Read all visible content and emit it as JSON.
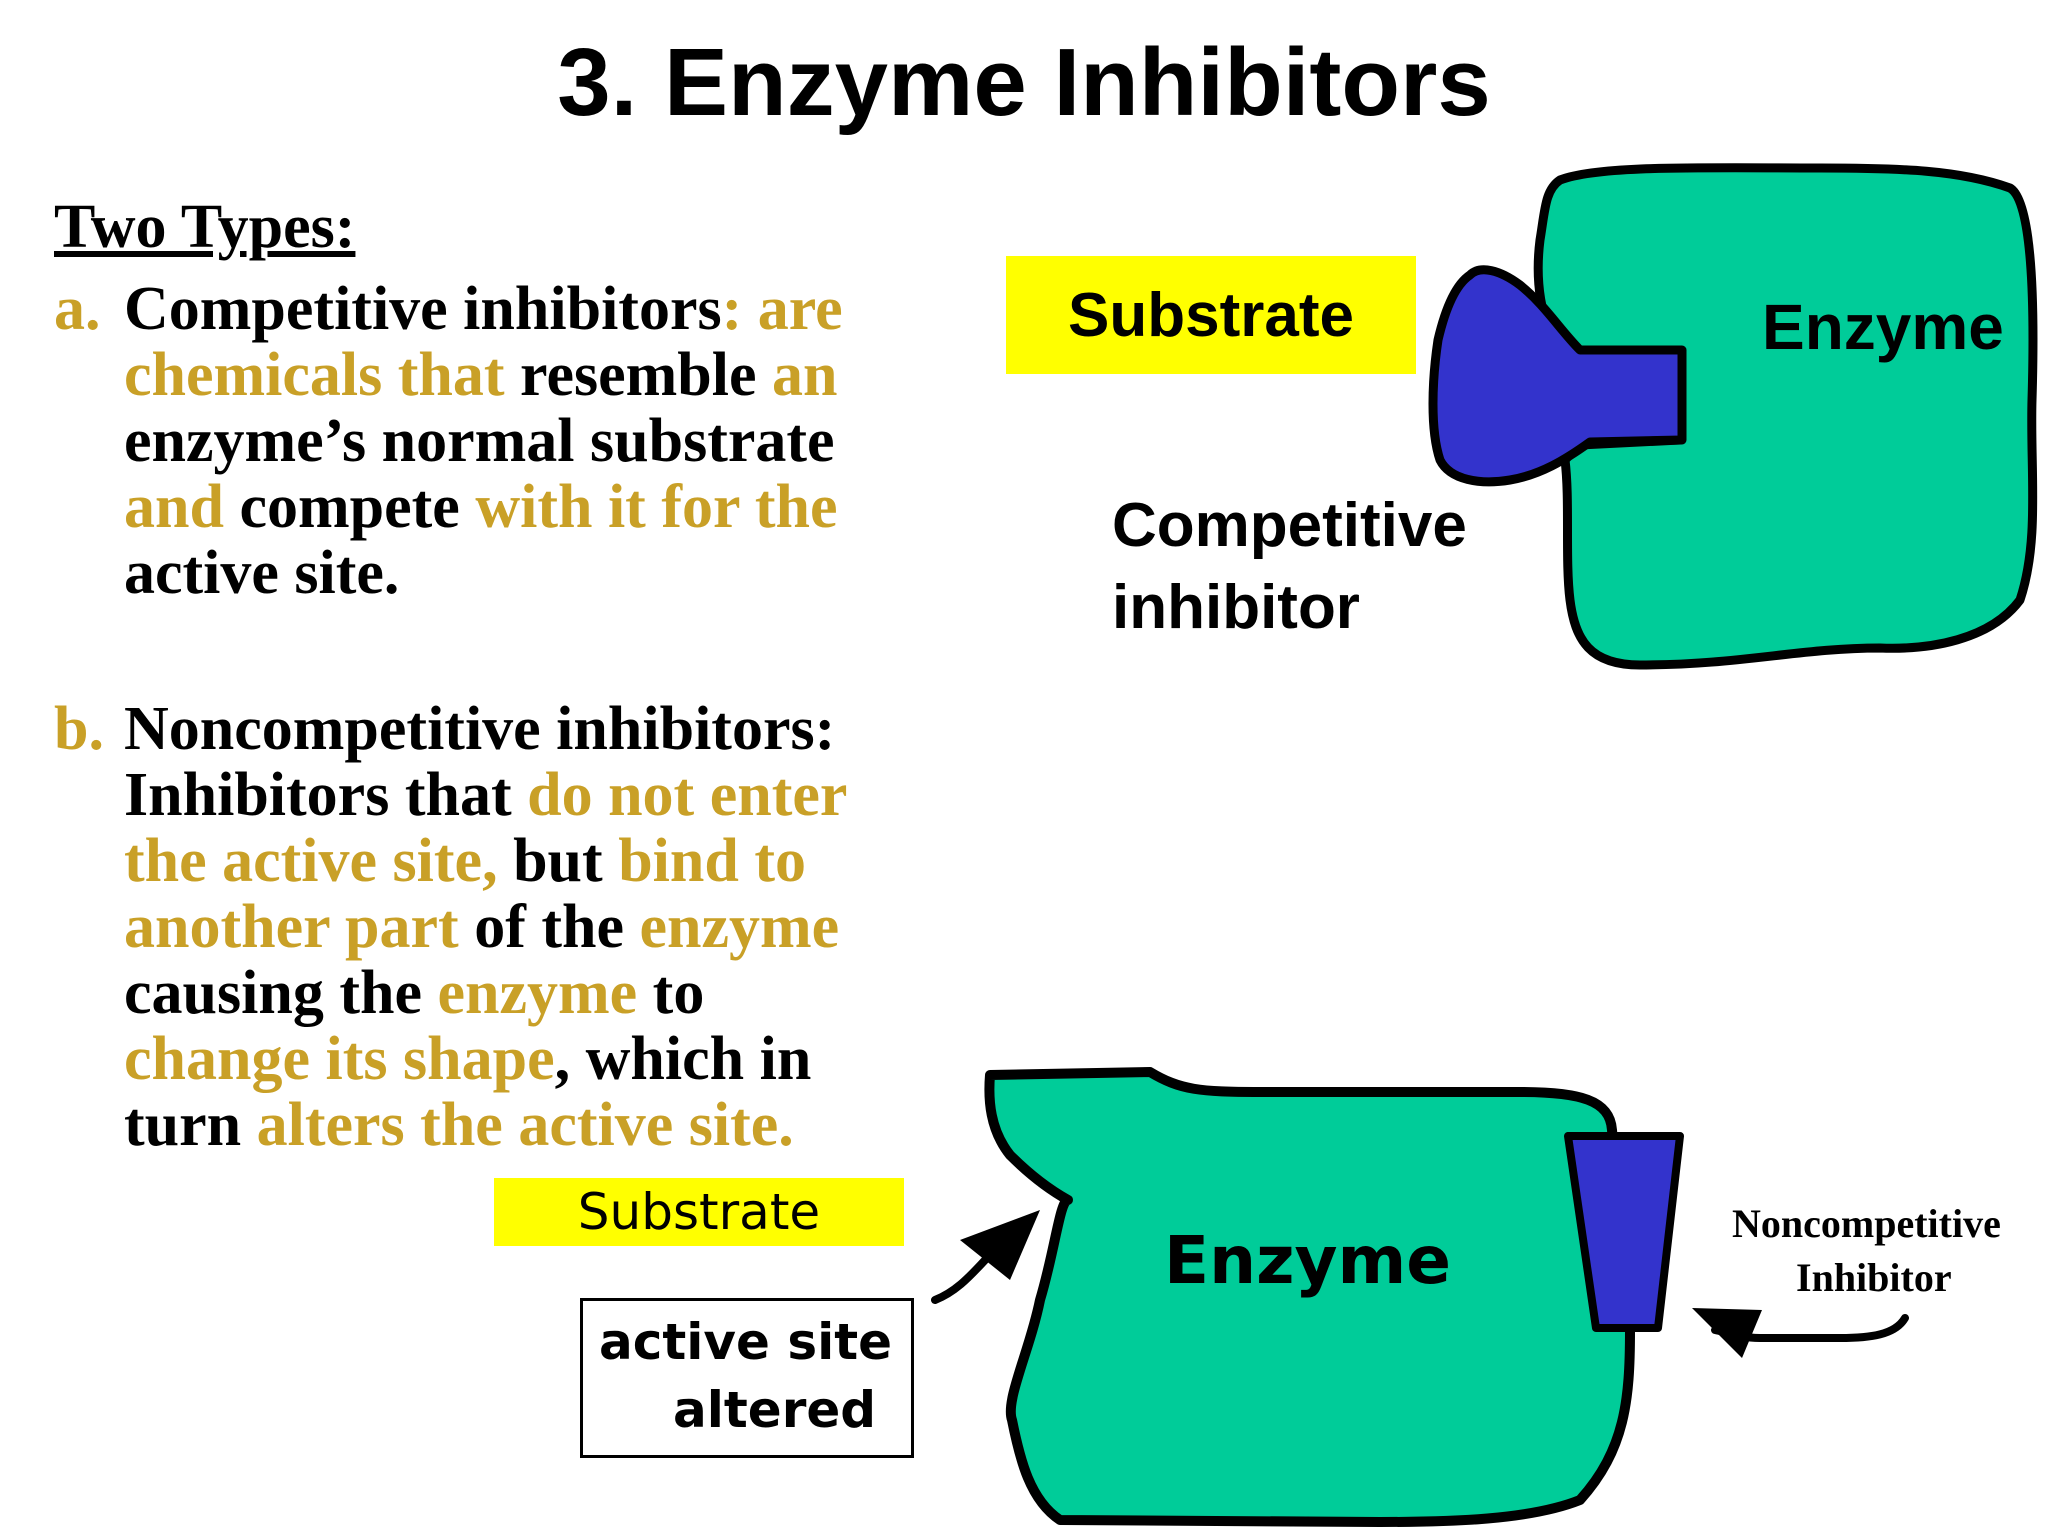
{
  "title": "3.  Enzyme Inhibitors",
  "heading": "Two Types:",
  "item_a": {
    "marker": "a.",
    "lines": [
      [
        {
          "t": "Competitive inhibitors",
          "c": "k"
        },
        {
          "t": ":  are",
          "c": "g"
        }
      ],
      [
        {
          "t": "chemicals that",
          "c": "g"
        },
        {
          "t": " resemble ",
          "c": "k"
        },
        {
          "t": "an",
          "c": "g"
        }
      ],
      [
        {
          "t": "enzyme’s normal substrate",
          "c": "k"
        }
      ],
      [
        {
          "t": "and",
          "c": "g"
        },
        {
          "t": " compete ",
          "c": "k"
        },
        {
          "t": "with it for the",
          "c": "g"
        }
      ],
      [
        {
          "t": "active site.",
          "c": "k"
        }
      ]
    ]
  },
  "item_b": {
    "marker": "b.",
    "lines": [
      [
        {
          "t": "Noncompetitive inhibitors:",
          "c": "k"
        }
      ],
      [
        {
          "t": "Inhibitors that ",
          "c": "k"
        },
        {
          "t": "do not enter",
          "c": "g"
        }
      ],
      [
        {
          "t": "the active site,",
          "c": "g"
        },
        {
          "t": " but ",
          "c": "k"
        },
        {
          "t": "bind to",
          "c": "g"
        }
      ],
      [
        {
          "t": "another part",
          "c": "g"
        },
        {
          "t": " of the ",
          "c": "k"
        },
        {
          "t": "enzyme",
          "c": "g"
        }
      ],
      [
        {
          "t": "causing the ",
          "c": "k"
        },
        {
          "t": "enzyme",
          "c": "g"
        },
        {
          "t": " to",
          "c": "k"
        }
      ],
      [
        {
          "t": "change its shape",
          "c": "g"
        },
        {
          "t": ", which in",
          "c": "k"
        }
      ],
      [
        {
          "t": "turn ",
          "c": "k"
        },
        {
          "t": "alters the active site.",
          "c": "g"
        }
      ]
    ]
  },
  "diagram_top": {
    "substrate_label": "Substrate",
    "enzyme_label": "Enzyme",
    "inhibitor_label_1": "Competitive",
    "inhibitor_label_2": "inhibitor"
  },
  "diagram_bottom": {
    "substrate_label": "Substrate",
    "enzyme_label": "Enzyme",
    "active_site_label_1": "active site",
    "active_site_label_2": "altered",
    "inhibitor_label_1": "Noncompetitive",
    "inhibitor_label_2": "Inhibitor"
  },
  "colors": {
    "enzyme": "#00cc99",
    "inhibitor": "#3333cc",
    "highlight": "#ffff00",
    "gold_text": "#c9a027"
  }
}
